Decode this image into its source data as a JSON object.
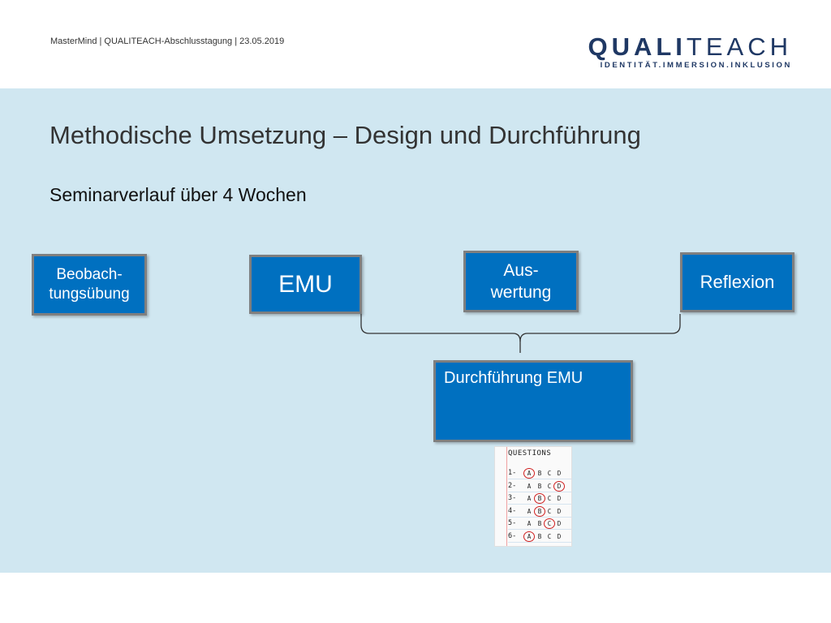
{
  "header": {
    "meta": "MasterMind | QUALITEACH-Abschlusstagung | 23.05.2019",
    "logo_bold": "QUALI",
    "logo_light": "TEACH",
    "logo_tagline": "IDENTITÄT.IMMERSION.INKLUSION"
  },
  "slide": {
    "title": "Methodische Umsetzung – Design und Durchführung",
    "subtitle": "Seminarverlauf über 4 Wochen"
  },
  "boxes": {
    "beobachtung": "Beobach-\ntungsübung",
    "emu": "EMU",
    "auswertung": "Aus-\nwertung",
    "reflexion": "Reflexion",
    "durchfuehrung": "Durchführung EMU"
  },
  "quiz": {
    "title": "QUESTIONS",
    "options": [
      "A",
      "B",
      "C",
      "D"
    ],
    "rows": [
      {
        "number": "1-",
        "selected": "A"
      },
      {
        "number": "2-",
        "selected": "D"
      },
      {
        "number": "3-",
        "selected": "B"
      },
      {
        "number": "4-",
        "selected": "B"
      },
      {
        "number": "5-",
        "selected": "C"
      },
      {
        "number": "6-",
        "selected": "A"
      }
    ]
  },
  "colors": {
    "slide_background": "#d0e7f1",
    "box_fill": "#0070c0",
    "box_border": "#7f7f7f",
    "logo": "#1f3864",
    "quiz_mark": "#d02020"
  }
}
